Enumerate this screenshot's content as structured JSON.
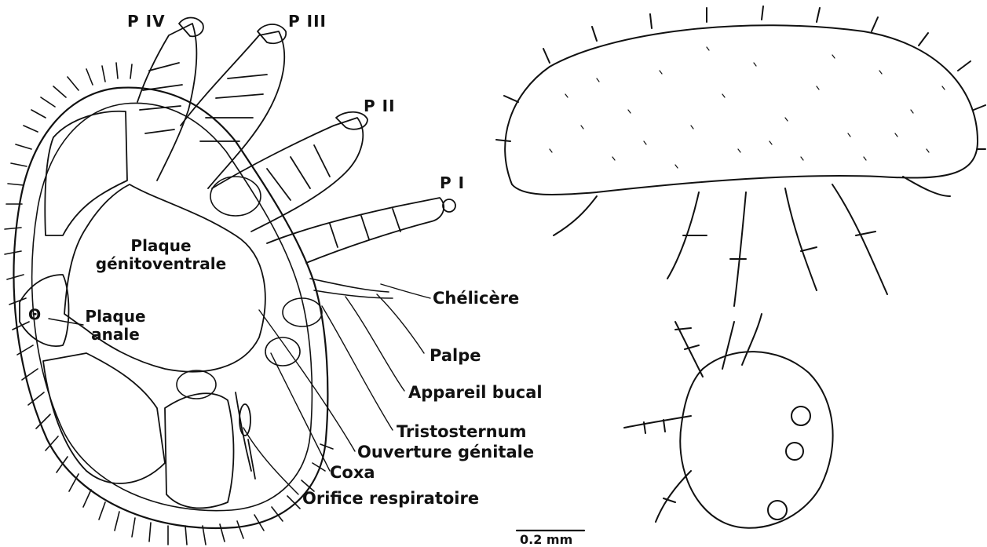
{
  "legs": {
    "p4": "P IV",
    "p3": "P III",
    "p2": "P II",
    "p1": "P I"
  },
  "labels": {
    "plaque_genitoventrale_1": "Plaque",
    "plaque_genitoventrale_2": "génitoventrale",
    "plaque_anale_1": "Plaque",
    "plaque_anale_2": "anale",
    "anal_symbol": "Θ",
    "chelicere": "Chélicère",
    "palpe": "Palpe",
    "appareil_bucal": "Appareil bucal",
    "tristosternum": "Tristosternum",
    "ouverture_genitale": "Ouverture génitale",
    "coxa": "Coxa",
    "orifice_respiratoire": "Orifice respiratoire"
  },
  "scale_bar": {
    "label": "0.2 mm"
  },
  "colors": {
    "ink": "#111111",
    "paper": "#ffffff"
  }
}
